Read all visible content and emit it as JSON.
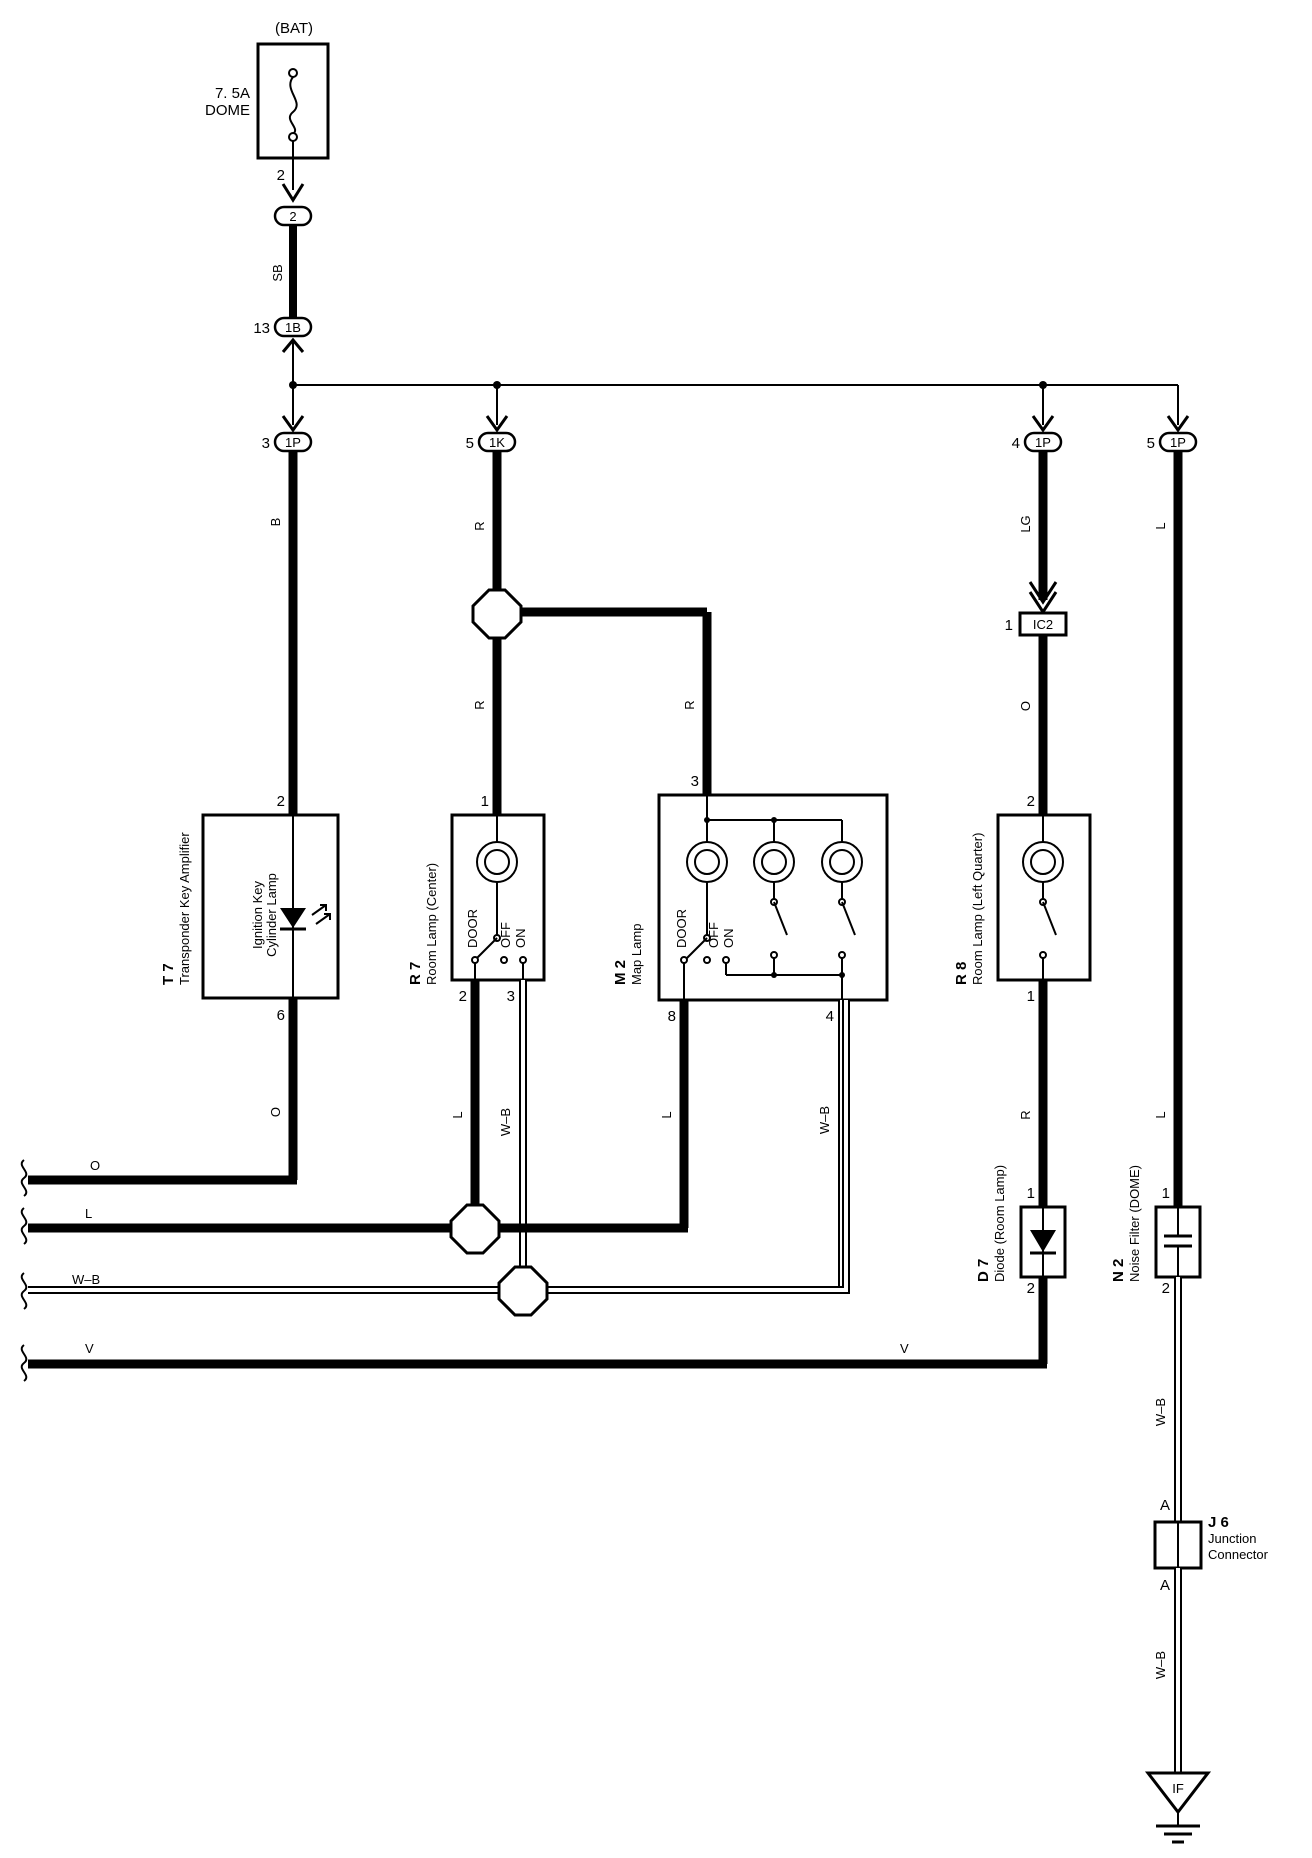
{
  "fuse": {
    "source": "(BAT)",
    "rating": "7. 5A",
    "name": "DOME"
  },
  "connectors": {
    "c2": {
      "label": "2",
      "pin": "2"
    },
    "c1B": {
      "label": "1B",
      "pin": "13"
    },
    "c1P_a": {
      "label": "1P",
      "pin": "3"
    },
    "c1K": {
      "label": "1K",
      "pin": "5"
    },
    "c1P_b": {
      "label": "1P",
      "pin": "4"
    },
    "c1P_c": {
      "label": "1P",
      "pin": "5"
    },
    "cIC2": {
      "label": "IC2",
      "pin": "1"
    },
    "ground": {
      "label": "IF"
    }
  },
  "wires": {
    "sb": "SB",
    "b": "B",
    "r1": "R",
    "r2": "R",
    "r3": "R",
    "lg": "LG",
    "l1": "L",
    "o1": "O",
    "o2": "O",
    "l2": "L",
    "wb1": "W–B",
    "l3": "L",
    "wb2": "W–B",
    "r4": "R",
    "l4": "L",
    "wb3": "W–B",
    "wb4": "W–B"
  },
  "bus": {
    "o": "O",
    "l": "L",
    "wb": "W–B",
    "v1": "V",
    "v2": "V"
  },
  "components": {
    "t7": {
      "id": "T 7",
      "name": "Transponder Key Amplifier",
      "inner1": "Ignition Key",
      "inner2": "Cylinder Lamp",
      "pin_top": "2",
      "pin_bottom": "6"
    },
    "r7": {
      "id": "R 7",
      "name": "Room Lamp (Center)",
      "door": "DOOR",
      "off": "OFF",
      "on": "ON",
      "pin_top": "1",
      "pin_b1": "2",
      "pin_b2": "3"
    },
    "m2": {
      "id": "M 2",
      "name": "Map Lamp",
      "door": "DOOR",
      "off": "OFF",
      "on": "ON",
      "pin_top": "3",
      "pin_b1": "8",
      "pin_b2": "4"
    },
    "r8": {
      "id": "R 8",
      "name": "Room Lamp (Left Quarter)",
      "pin_top": "2",
      "pin_bottom": "1"
    },
    "d7": {
      "id": "D 7",
      "name": "Diode (Room Lamp)",
      "pin_top": "1",
      "pin_bottom": "2"
    },
    "n2": {
      "id": "N 2",
      "name": "Noise Filter (DOME)",
      "pin_top": "1",
      "pin_bottom": "2"
    },
    "j6": {
      "id": "J 6",
      "name1": "Junction",
      "name2": "Connector",
      "pin_top": "A",
      "pin_bottom": "A"
    }
  }
}
